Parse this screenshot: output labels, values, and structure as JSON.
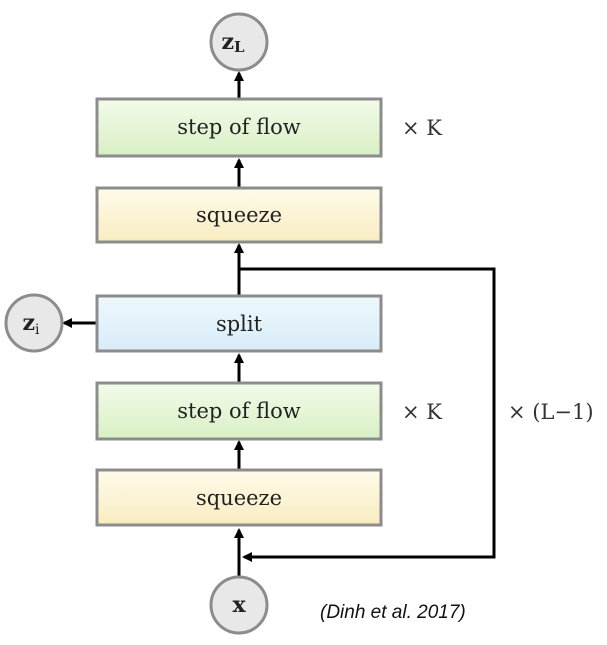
{
  "diagram": {
    "nodes": {
      "z_L": "z",
      "z_L_sub": "L",
      "z_i": "z",
      "z_i_sub": "i",
      "x": "x"
    },
    "blocks": {
      "top_step": "step of flow",
      "top_squeeze": "squeeze",
      "split": "split",
      "mid_step": "step of flow",
      "bottom_squeeze": "squeeze"
    },
    "multipliers": {
      "top_step": "× K",
      "mid_step": "× K",
      "loop": "× (L−1)"
    },
    "citation": "(Dinh et al. 2017)",
    "colors": {
      "step_of_flow_fill": "#e6f5d6",
      "squeeze_fill": "#fdf5d2",
      "split_fill": "#e3f2fb",
      "node_fill": "#e8e8e8",
      "border": "#8c8c8c"
    }
  }
}
